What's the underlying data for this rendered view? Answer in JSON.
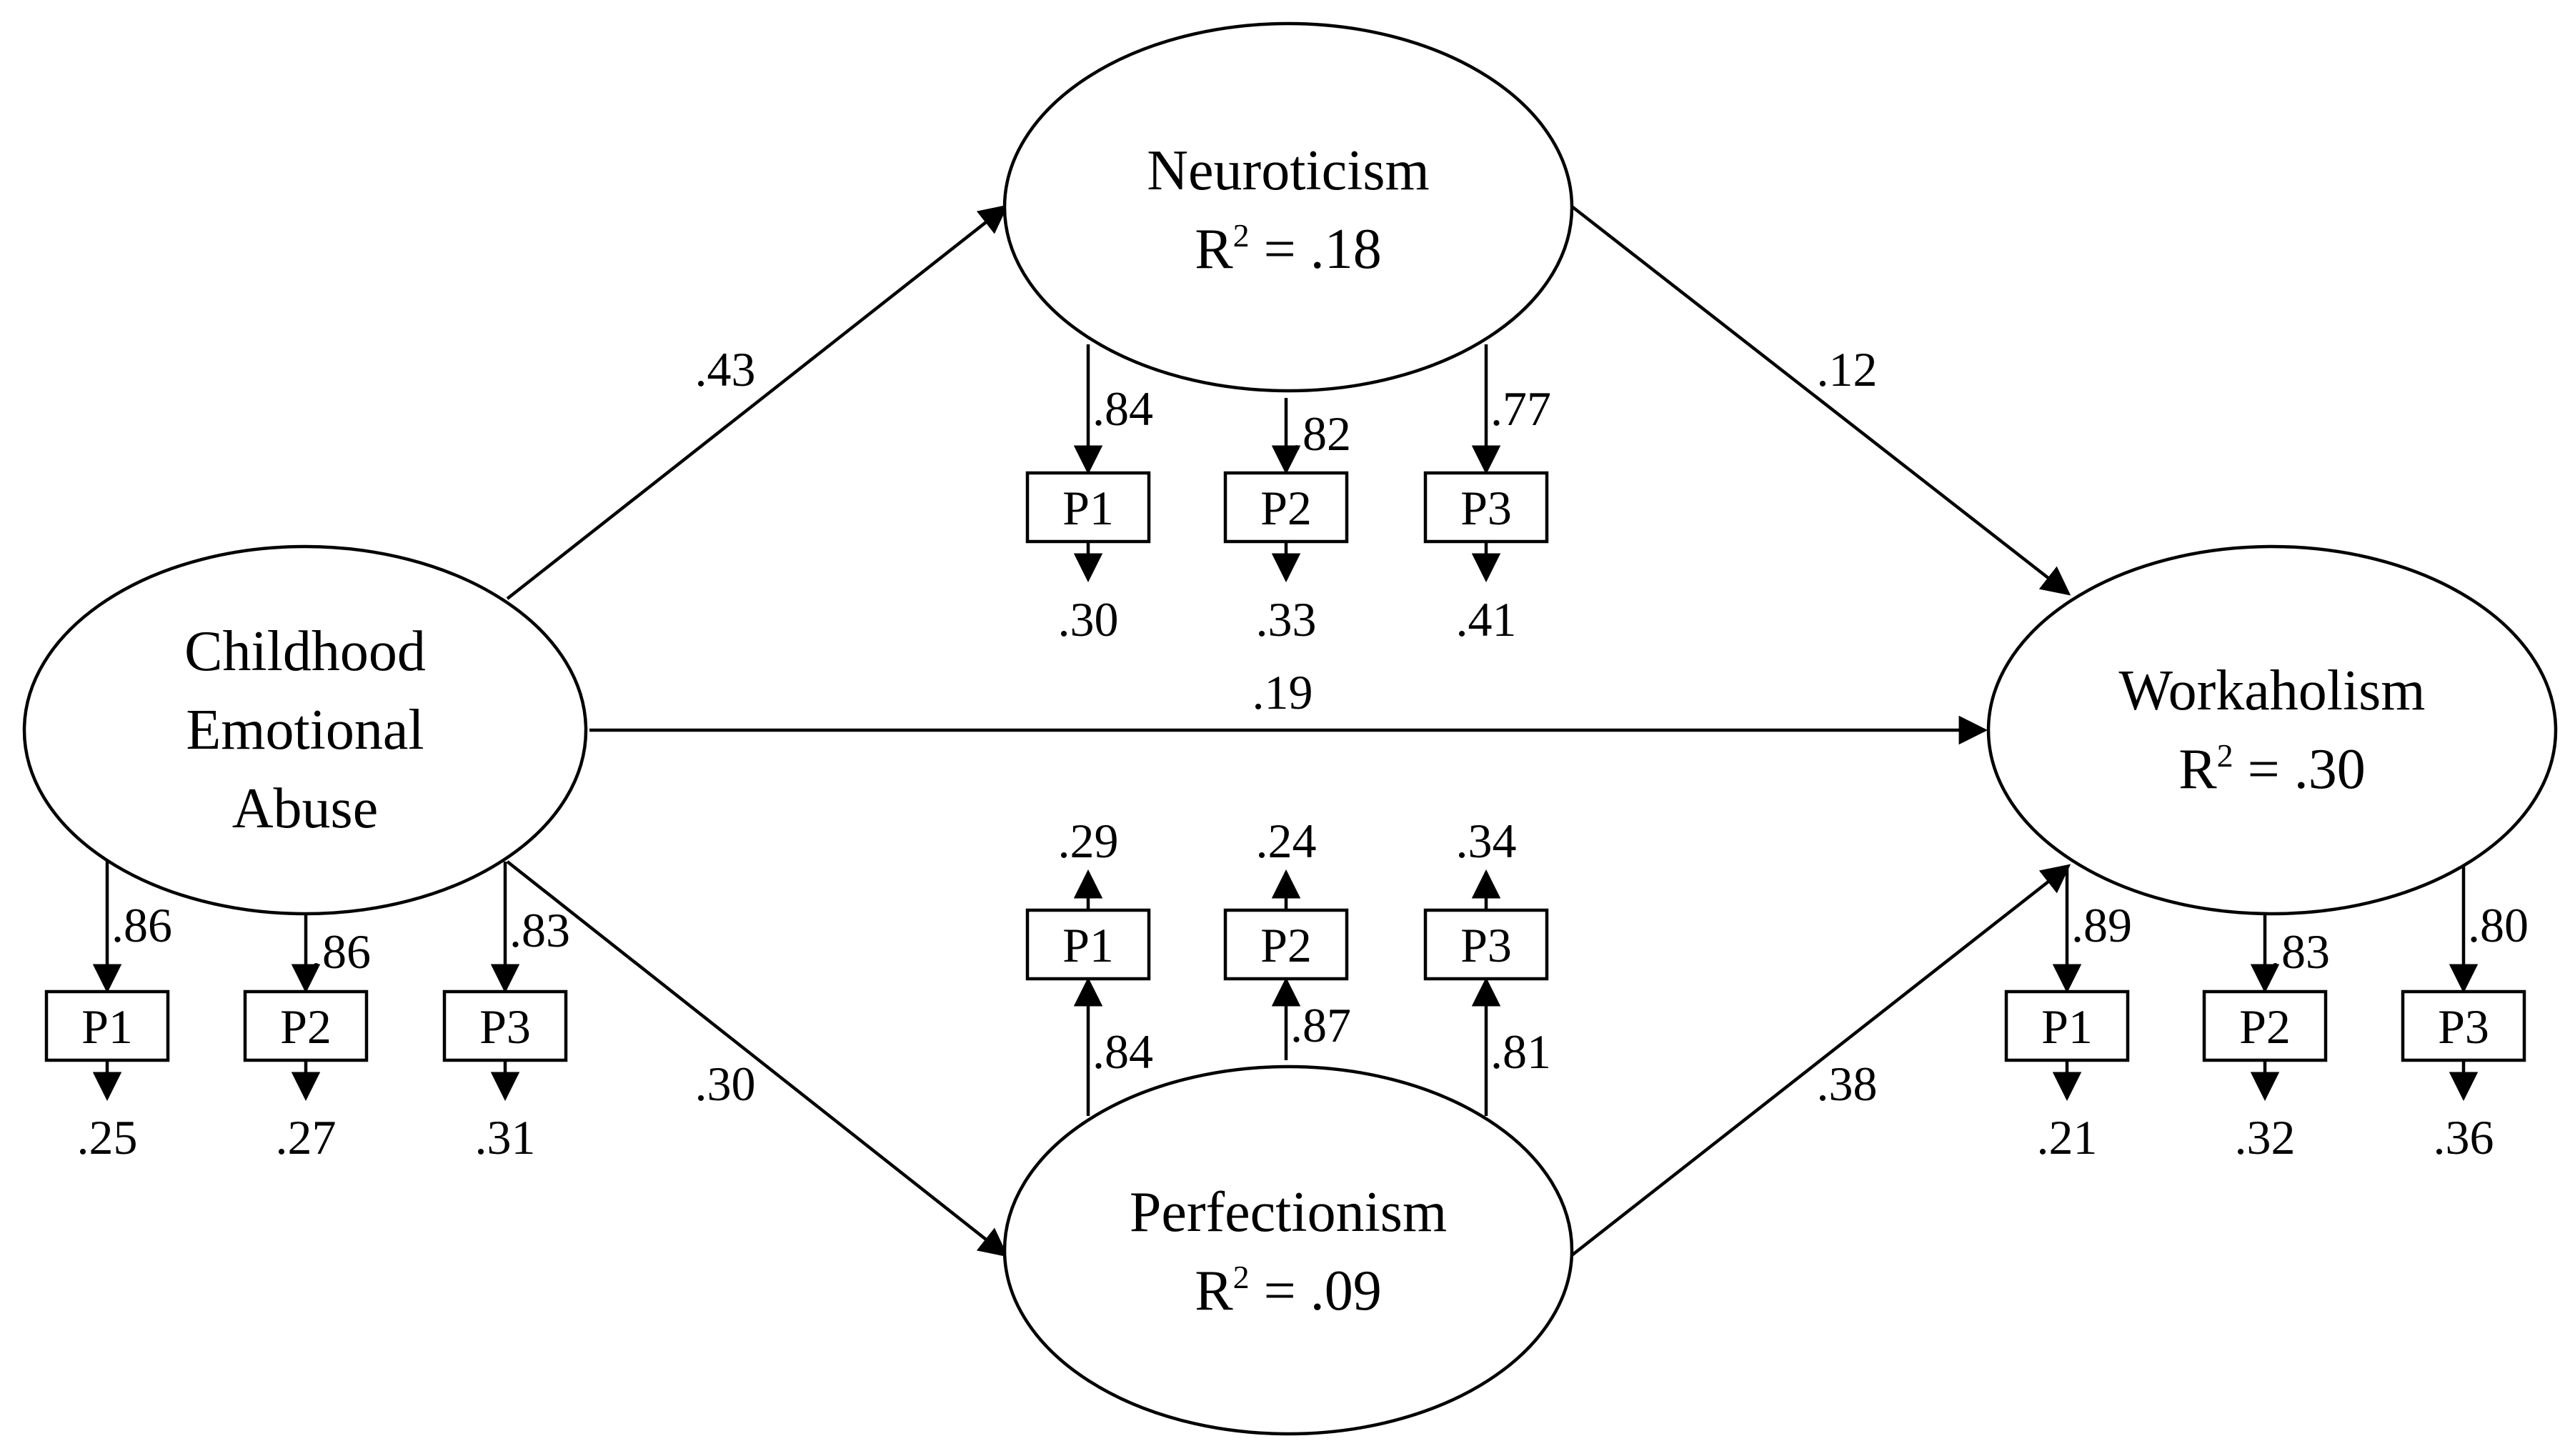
{
  "nodes": {
    "abuse": {
      "lines": [
        "Childhood",
        "Emotional",
        "Abuse"
      ]
    },
    "neuroticism": {
      "name": "Neuroticism",
      "r2_prefix": "R",
      "r2_sup": "2",
      "r2_value": " = .18"
    },
    "perfectionism": {
      "name": "Perfectionism",
      "r2_prefix": "R",
      "r2_sup": "2",
      "r2_value": " = .09"
    },
    "workaholism": {
      "name": "Workaholism",
      "r2_prefix": "R",
      "r2_sup": "2",
      "r2_value": " = .30"
    }
  },
  "paths": {
    "abuse_to_neuroticism": ".43",
    "abuse_to_perfectionism": ".30",
    "abuse_to_workaholism": ".19",
    "neuroticism_to_workaholism": ".12",
    "perfectionism_to_workaholism": ".38"
  },
  "indicators": {
    "abuse": [
      {
        "label": "P1",
        "loading": ".86",
        "error": ".25"
      },
      {
        "label": "P2",
        "loading": ".86",
        "error": ".27"
      },
      {
        "label": "P3",
        "loading": ".83",
        "error": ".31"
      }
    ],
    "neuroticism": [
      {
        "label": "P1",
        "loading": ".84",
        "error": ".30"
      },
      {
        "label": "P2",
        "loading": ".82",
        "error": ".33"
      },
      {
        "label": "P3",
        "loading": ".77",
        "error": ".41"
      }
    ],
    "perfectionism": [
      {
        "label": "P1",
        "loading": ".84",
        "error": ".29"
      },
      {
        "label": "P2",
        "loading": ".87",
        "error": ".24"
      },
      {
        "label": "P3",
        "loading": ".81",
        "error": ".34"
      }
    ],
    "workaholism": [
      {
        "label": "P1",
        "loading": ".89",
        "error": ".21"
      },
      {
        "label": "P2",
        "loading": ".83",
        "error": ".32"
      },
      {
        "label": "P3",
        "loading": ".80",
        "error": ".36"
      }
    ]
  }
}
